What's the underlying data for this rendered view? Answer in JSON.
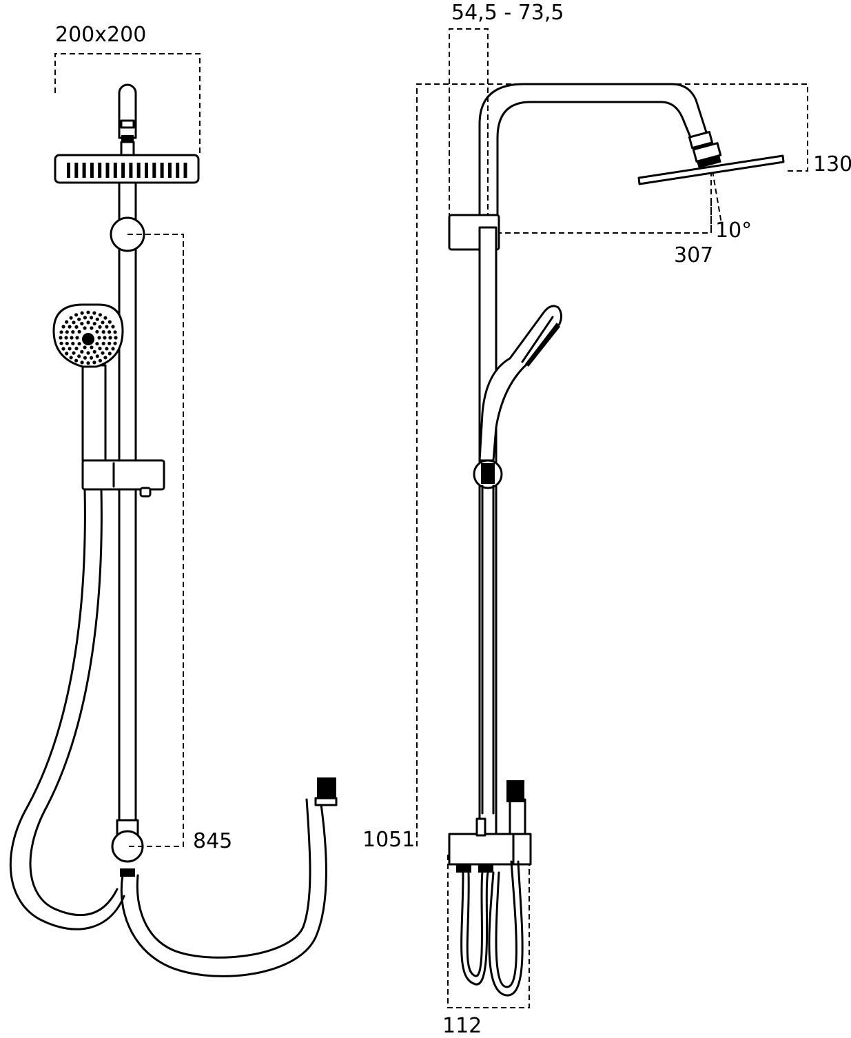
{
  "dimensions": {
    "head_size": "200x200",
    "rail_pitch": "845",
    "offset_range": "54,5 - 73,5",
    "head_height": "130",
    "head_tilt": "10°",
    "arm_projection": "307",
    "total_height": "1051",
    "mixer_depth": "112"
  },
  "colors": {
    "line": "#000000",
    "background": "#ffffff"
  }
}
